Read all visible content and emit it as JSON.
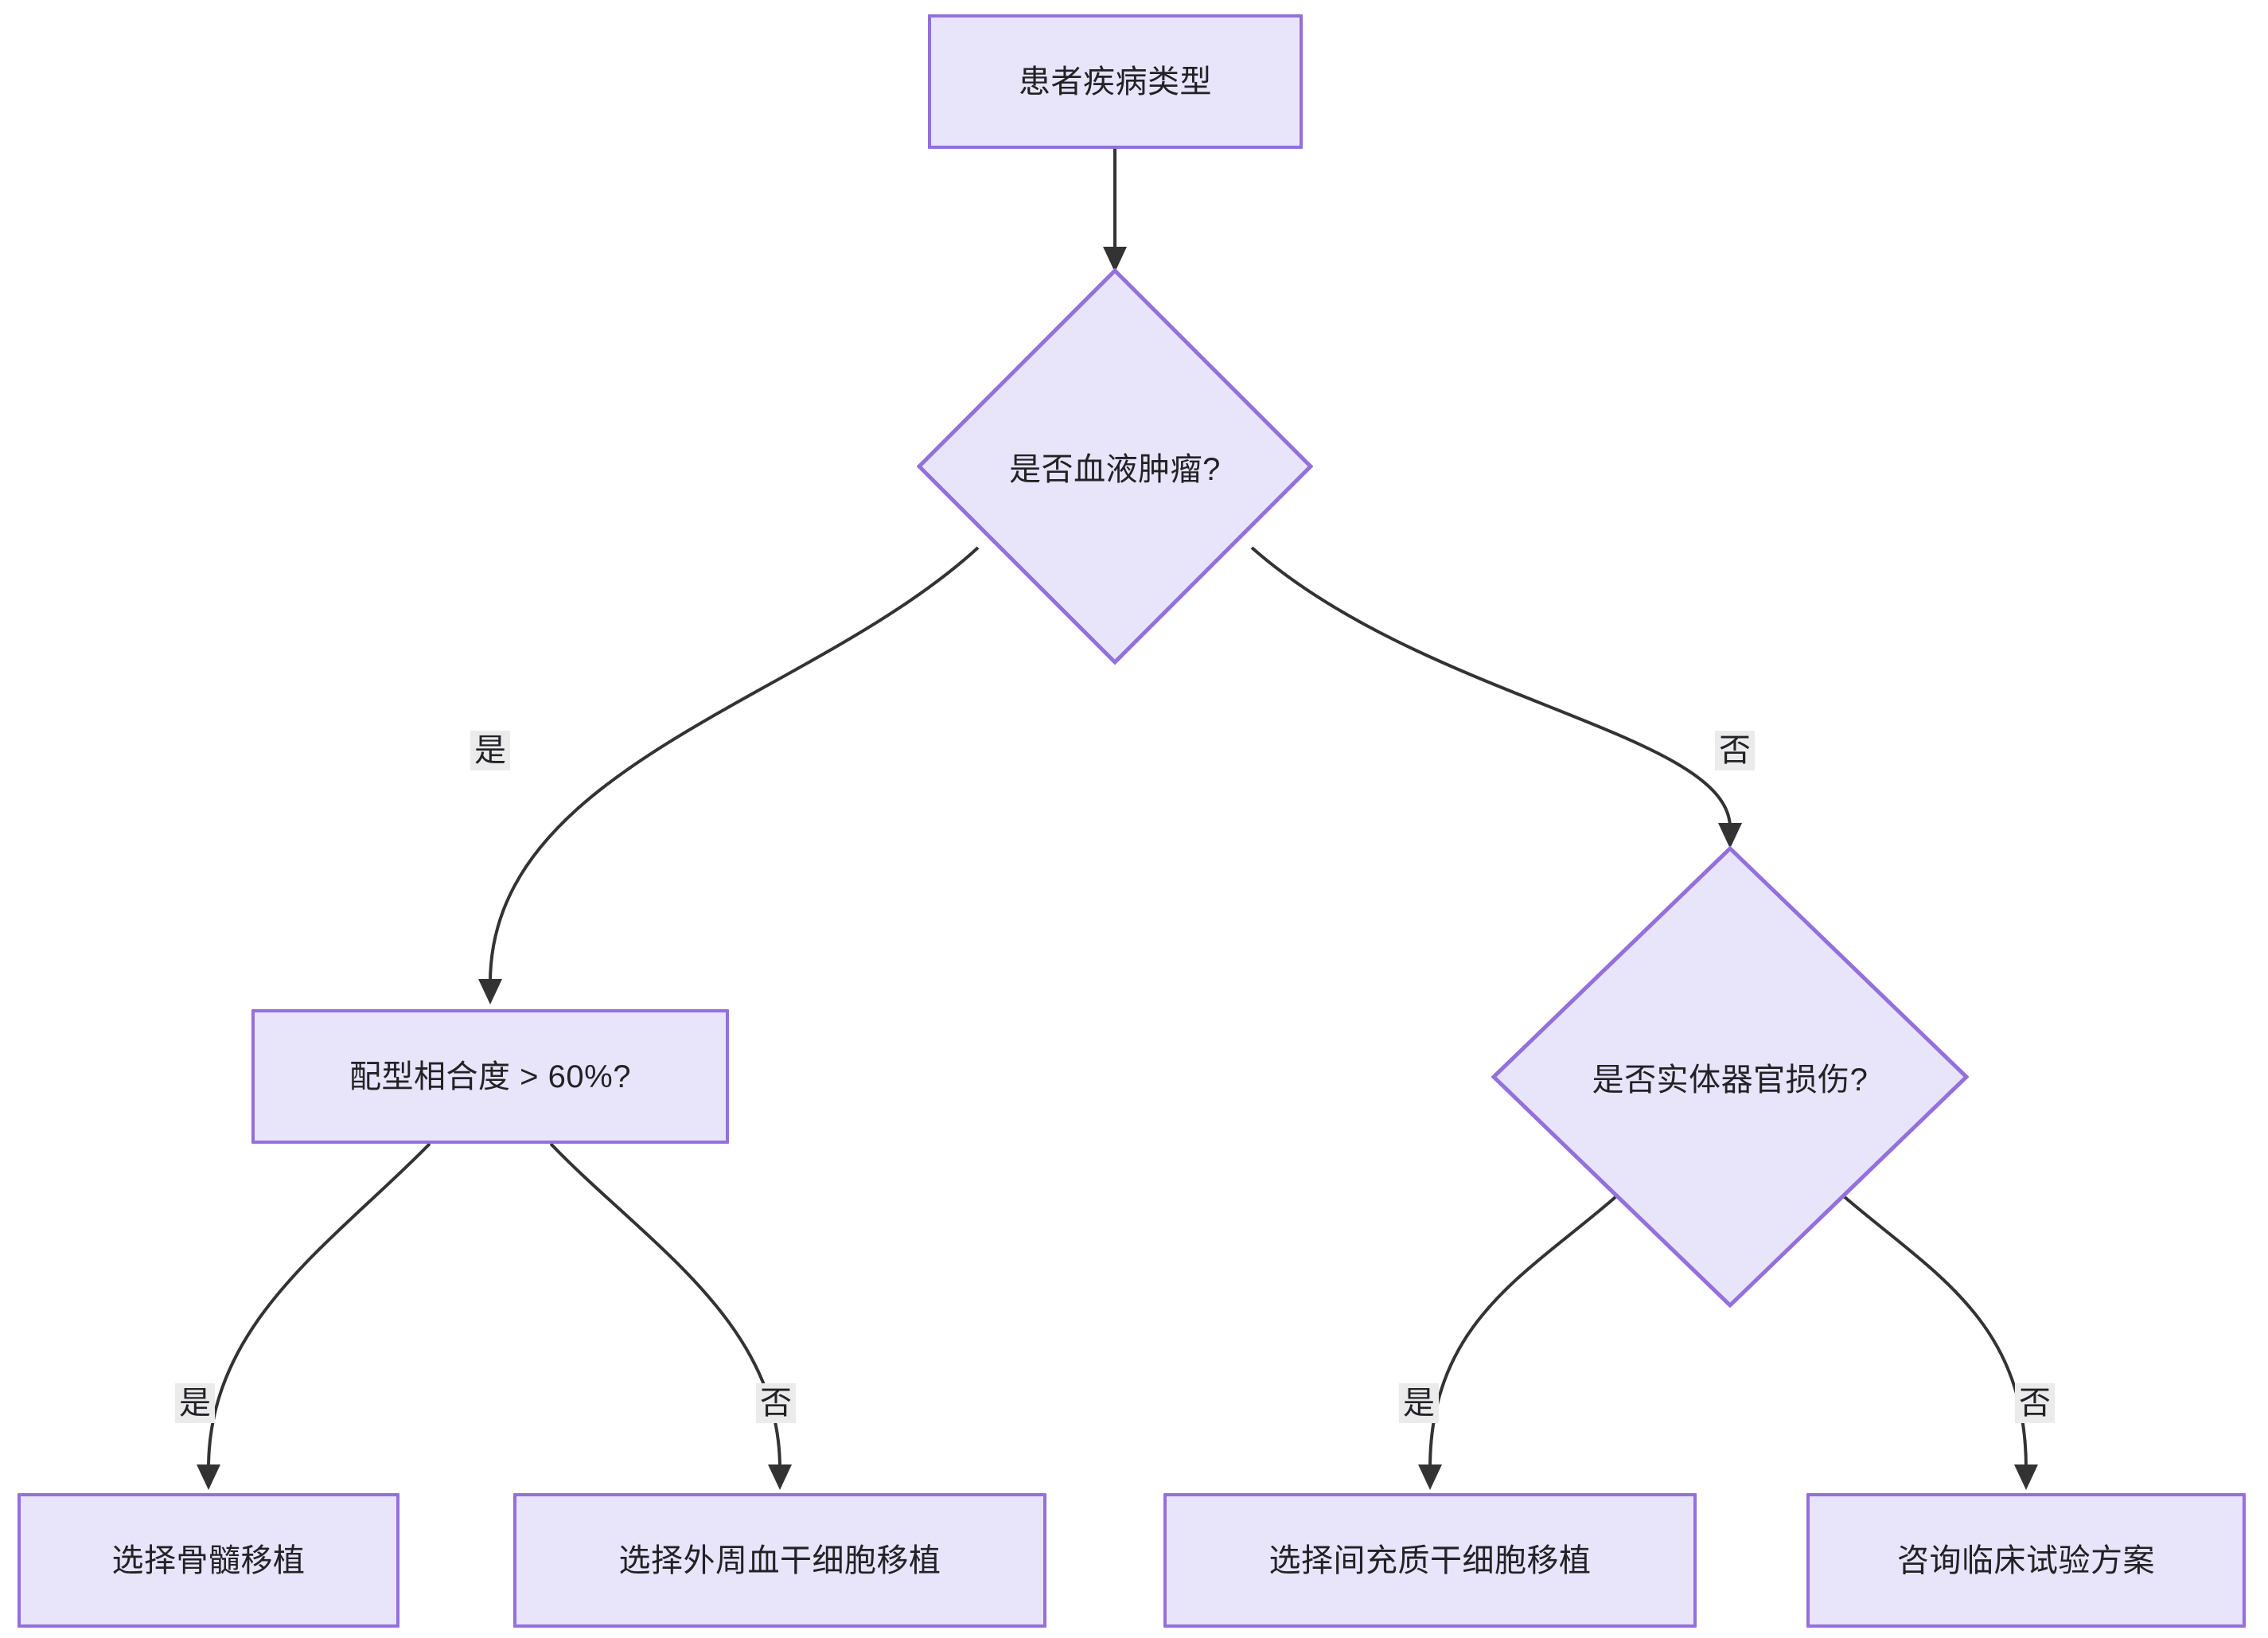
{
  "diagram": {
    "type": "decision-flowchart",
    "title": "",
    "theme": {
      "node_fill": "#e8e4fa",
      "node_border": "#9370db",
      "edge_stroke": "#333333",
      "edge_label_bg": "#ebebeb",
      "text_color": "#222226",
      "canvas_bg": "#ffffff"
    },
    "nodes": [
      {
        "id": "root",
        "shape": "rect",
        "label": "患者疾病类型"
      },
      {
        "id": "d1",
        "shape": "diamond",
        "label": "是否血液肿瘤?"
      },
      {
        "id": "d2",
        "shape": "rect",
        "label": "配型相合度 > 60%?"
      },
      {
        "id": "d3",
        "shape": "diamond",
        "label": "是否实体器官损伤?"
      },
      {
        "id": "leaf1",
        "shape": "rect",
        "label": "选择骨髓移植"
      },
      {
        "id": "leaf2",
        "shape": "rect",
        "label": "选择外周血干细胞移植"
      },
      {
        "id": "leaf3",
        "shape": "rect",
        "label": "选择间充质干细胞移植"
      },
      {
        "id": "leaf4",
        "shape": "rect",
        "label": "咨询临床试验方案"
      }
    ],
    "edges": [
      {
        "id": "e0",
        "from": "root",
        "to": "d1",
        "label": ""
      },
      {
        "id": "e1",
        "from": "d1",
        "to": "d2",
        "label": "是"
      },
      {
        "id": "e2",
        "from": "d1",
        "to": "d3",
        "label": "否"
      },
      {
        "id": "e3",
        "from": "d2",
        "to": "leaf1",
        "label": "是"
      },
      {
        "id": "e4",
        "from": "d2",
        "to": "leaf2",
        "label": "否"
      },
      {
        "id": "e5",
        "from": "d3",
        "to": "leaf3",
        "label": "是"
      },
      {
        "id": "e6",
        "from": "d3",
        "to": "leaf4",
        "label": "否"
      }
    ]
  }
}
